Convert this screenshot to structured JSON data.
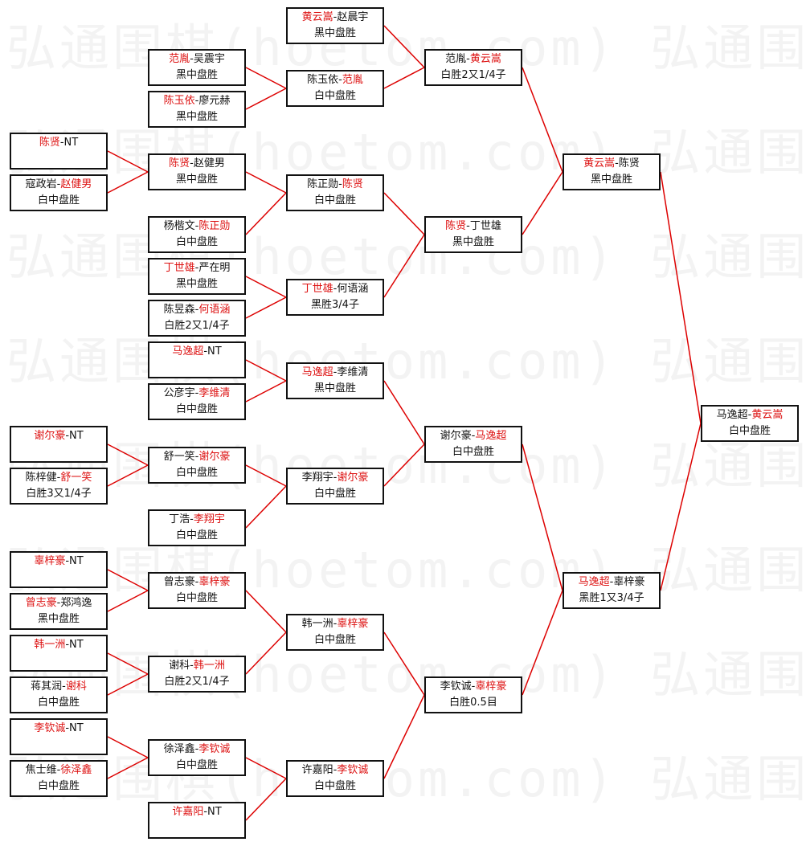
{
  "watermark": {
    "text": "弘通围棋(hoetom.com) 弘通围棋(ho"
  },
  "colors": {
    "winner": "#dd1111",
    "connector": "#dd0000",
    "border": "#111111",
    "text": "#111111"
  },
  "matches": [
    {
      "id": "r1-01",
      "p1": "陈贤",
      "p2": "",
      "sep": "-NT",
      "w": 1,
      "result": ""
    },
    {
      "id": "r1-02",
      "p1": "寇政岩",
      "p2": "赵健男",
      "sep": "-",
      "w": 2,
      "result": "白中盘胜"
    },
    {
      "id": "r1-03",
      "p1": "谢尔豪",
      "p2": "",
      "sep": "-NT",
      "w": 1,
      "result": ""
    },
    {
      "id": "r1-04",
      "p1": "陈梓健",
      "p2": "舒一笑",
      "sep": "-",
      "w": 2,
      "result": "白胜3又1/4子"
    },
    {
      "id": "r1-05",
      "p1": "辜梓豪",
      "p2": "",
      "sep": "-NT",
      "w": 1,
      "result": ""
    },
    {
      "id": "r1-06",
      "p1": "曾志豪",
      "p2": "郑鸿逸",
      "sep": "-",
      "w": 1,
      "result": "黑中盘胜"
    },
    {
      "id": "r1-07",
      "p1": "韩一洲",
      "p2": "",
      "sep": "-NT",
      "w": 1,
      "result": ""
    },
    {
      "id": "r1-08",
      "p1": "蒋其润",
      "p2": "谢科",
      "sep": "-",
      "w": 2,
      "result": "白中盘胜"
    },
    {
      "id": "r1-09",
      "p1": "李钦诚",
      "p2": "",
      "sep": "-NT",
      "w": 1,
      "result": ""
    },
    {
      "id": "r1-10",
      "p1": "焦士维",
      "p2": "徐泽鑫",
      "sep": "-",
      "w": 2,
      "result": "白中盘胜"
    },
    {
      "id": "r2-01",
      "p1": "范胤",
      "p2": "吴震宇",
      "sep": "-",
      "w": 1,
      "result": "黑中盘胜"
    },
    {
      "id": "r2-02",
      "p1": "陈玉依",
      "p2": "廖元赫",
      "sep": "-",
      "w": 1,
      "result": "黑中盘胜"
    },
    {
      "id": "r2-03",
      "p1": "陈贤",
      "p2": "赵健男",
      "sep": "-",
      "w": 1,
      "result": "黑中盘胜"
    },
    {
      "id": "r2-04",
      "p1": "杨楷文",
      "p2": "陈正勋",
      "sep": "-",
      "w": 2,
      "result": "白中盘胜"
    },
    {
      "id": "r2-05",
      "p1": "丁世雄",
      "p2": "严在明",
      "sep": "-",
      "w": 1,
      "result": "黑中盘胜"
    },
    {
      "id": "r2-06",
      "p1": "陈昱森",
      "p2": "何语涵",
      "sep": "-",
      "w": 2,
      "result": "白胜2又1/4子"
    },
    {
      "id": "r2-07",
      "p1": "马逸超",
      "p2": "",
      "sep": "-NT",
      "w": 1,
      "result": ""
    },
    {
      "id": "r2-08",
      "p1": "公彦宇",
      "p2": "李维清",
      "sep": "-",
      "w": 2,
      "result": "白中盘胜"
    },
    {
      "id": "r2-09",
      "p1": "舒一笑",
      "p2": "谢尔豪",
      "sep": "-",
      "w": 2,
      "result": "白中盘胜"
    },
    {
      "id": "r2-10",
      "p1": "丁浩",
      "p2": "李翔宇",
      "sep": "-",
      "w": 2,
      "result": "白中盘胜"
    },
    {
      "id": "r2-11",
      "p1": "曾志豪",
      "p2": "辜梓豪",
      "sep": "-",
      "w": 2,
      "result": "白中盘胜"
    },
    {
      "id": "r2-12",
      "p1": "谢科",
      "p2": "韩一洲",
      "sep": "-",
      "w": 2,
      "result": "白胜2又1/4子"
    },
    {
      "id": "r2-13",
      "p1": "徐泽鑫",
      "p2": "李钦诚",
      "sep": "-",
      "w": 2,
      "result": "白中盘胜"
    },
    {
      "id": "r2-14",
      "p1": "许嘉阳",
      "p2": "",
      "sep": "-NT",
      "w": 1,
      "result": ""
    },
    {
      "id": "r3-01",
      "p1": "黄云嵩",
      "p2": "赵晨宇",
      "sep": "-",
      "w": 1,
      "result": "黑中盘胜"
    },
    {
      "id": "r3-02",
      "p1": "陈玉依",
      "p2": "范胤",
      "sep": "-",
      "w": 2,
      "result": "白中盘胜"
    },
    {
      "id": "r3-03",
      "p1": "陈正勋",
      "p2": "陈贤",
      "sep": "-",
      "w": 2,
      "result": "白中盘胜"
    },
    {
      "id": "r3-04",
      "p1": "丁世雄",
      "p2": "何语涵",
      "sep": "-",
      "w": 1,
      "result": "黑胜3/4子"
    },
    {
      "id": "r3-05",
      "p1": "马逸超",
      "p2": "李维清",
      "sep": "-",
      "w": 1,
      "result": "黑中盘胜"
    },
    {
      "id": "r3-06",
      "p1": "李翔宇",
      "p2": "谢尔豪",
      "sep": "-",
      "w": 2,
      "result": "白中盘胜"
    },
    {
      "id": "r3-07",
      "p1": "韩一洲",
      "p2": "辜梓豪",
      "sep": "-",
      "w": 2,
      "result": "白中盘胜"
    },
    {
      "id": "r3-08",
      "p1": "许嘉阳",
      "p2": "李钦诚",
      "sep": "-",
      "w": 2,
      "result": "白中盘胜"
    },
    {
      "id": "r4-01",
      "p1": "范胤",
      "p2": "黄云嵩",
      "sep": "-",
      "w": 2,
      "result": "白胜2又1/4子"
    },
    {
      "id": "r4-02",
      "p1": "陈贤",
      "p2": "丁世雄",
      "sep": "-",
      "w": 1,
      "result": "黑中盘胜"
    },
    {
      "id": "r4-03",
      "p1": "谢尔豪",
      "p2": "马逸超",
      "sep": "-",
      "w": 2,
      "result": "白中盘胜"
    },
    {
      "id": "r4-04",
      "p1": "李钦诚",
      "p2": "辜梓豪",
      "sep": "-",
      "w": 2,
      "result": "白胜0.5目"
    },
    {
      "id": "r5-01",
      "p1": "黄云嵩",
      "p2": "陈贤",
      "sep": "-",
      "w": 1,
      "result": "黑中盘胜"
    },
    {
      "id": "r5-02",
      "p1": "马逸超",
      "p2": "辜梓豪",
      "sep": "-",
      "w": 1,
      "result": "黑胜1又3/4子"
    },
    {
      "id": "r6-01",
      "p1": "马逸超",
      "p2": "黄云嵩",
      "sep": "-",
      "w": 2,
      "result": "白中盘胜"
    }
  ]
}
